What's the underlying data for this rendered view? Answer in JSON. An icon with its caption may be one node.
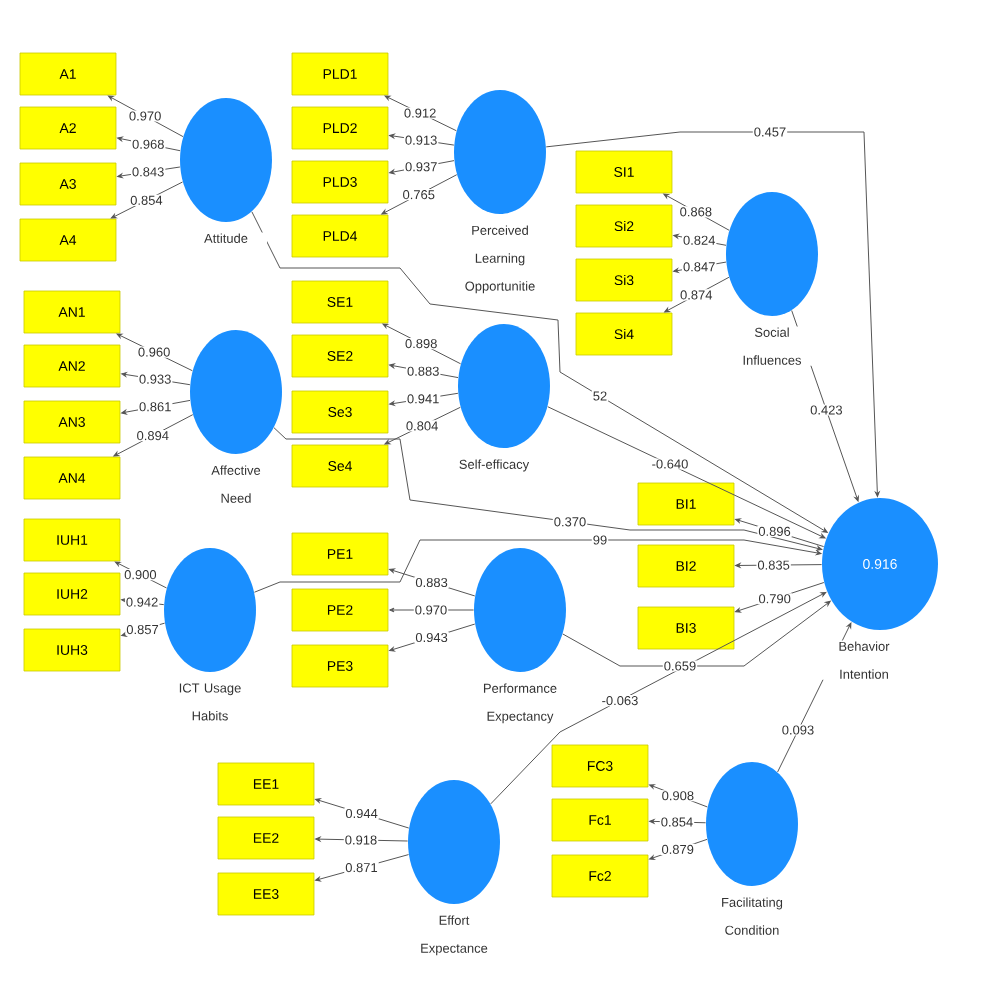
{
  "diagram": {
    "nodes": [
      {
        "text": [
          "A1"
        ]
      },
      {
        "text": [
          "A2"
        ]
      },
      {
        "text": [
          "A3"
        ]
      },
      {
        "text": [
          "A4"
        ]
      },
      {
        "text": [],
        "shape": "circle",
        "beside": [
          "Attitude"
        ]
      },
      {
        "text": [
          "PLD1"
        ]
      },
      {
        "text": [
          "PLD2"
        ]
      },
      {
        "text": [
          "PLD3"
        ]
      },
      {
        "text": [
          "PLD4"
        ]
      },
      {
        "text": [],
        "shape": "circle",
        "beside": [
          "Perceived Learning Opportunitie"
        ]
      },
      {
        "text": [
          "SI1"
        ]
      },
      {
        "text": [
          "Si2"
        ]
      },
      {
        "text": [
          "Si3"
        ]
      },
      {
        "text": [
          "Si4"
        ]
      },
      {
        "text": [],
        "shape": "circle",
        "beside": [
          "Social Influences"
        ]
      },
      {
        "text": [
          "AN1"
        ]
      },
      {
        "text": [
          "AN2"
        ]
      },
      {
        "text": [
          "AN3"
        ]
      },
      {
        "text": [
          "AN4"
        ]
      },
      {
        "text": [],
        "shape": "circle",
        "beside": [
          "Affective Need"
        ]
      },
      {
        "text": [
          "SE1"
        ]
      },
      {
        "text": [
          "SE2"
        ]
      },
      {
        "text": [
          "Se3"
        ]
      },
      {
        "text": [
          "Se4"
        ]
      },
      {
        "text": [],
        "shape": "circle",
        "beside": [
          "Self-efficacy"
        ]
      },
      {
        "text": [
          "IUH1"
        ]
      },
      {
        "text": [
          "IUH2"
        ]
      },
      {
        "text": [
          "IUH3"
        ]
      },
      {
        "text": [],
        "shape": "circle",
        "beside": [
          "ICT Usage Habits"
        ]
      },
      {
        "text": [
          "PE1"
        ]
      },
      {
        "text": [
          "PE2"
        ]
      },
      {
        "text": [
          "PE3"
        ]
      },
      {
        "text": [],
        "shape": "circle",
        "beside": [
          "Performance Expectancy"
        ]
      },
      {
        "text": [
          "BI1"
        ]
      },
      {
        "text": [
          "BI2"
        ]
      },
      {
        "text": [
          "BI3"
        ]
      },
      {
        "text": [
          "0.916"
        ],
        "beside": [
          "Behavior Intention"
        ]
      },
      {
        "text": [
          "EE1"
        ]
      },
      {
        "text": [
          "EE2"
        ]
      },
      {
        "text": [
          "EE3"
        ]
      },
      {
        "text": [],
        "shape": "circle",
        "beside": [
          "Effort Expectance"
        ]
      },
      {
        "text": [
          "FC3"
        ]
      },
      {
        "text": [
          "Fc1"
        ]
      },
      {
        "text": [
          "Fc2"
        ]
      },
      {
        "text": [],
        "shape": "circle",
        "beside": [
          "Facilitating Condition"
        ]
      }
    ],
    "edges": [
      {
        "from": 4,
        "to": 0,
        "arrow": "to",
        "label": "0.970"
      },
      {
        "from": 4,
        "to": 1,
        "arrow": "to",
        "label": "0.968"
      },
      {
        "from": 4,
        "to": 2,
        "arrow": "to",
        "label": "0.843"
      },
      {
        "from": 4,
        "to": 3,
        "arrow": "to",
        "label": "0.854"
      },
      {
        "from": 9,
        "to": 5,
        "arrow": "to",
        "label": "0.912"
      },
      {
        "from": 9,
        "to": 6,
        "arrow": "to",
        "label": "0.913"
      },
      {
        "from": 9,
        "to": 7,
        "arrow": "to",
        "label": "0.937"
      },
      {
        "from": 9,
        "to": 8,
        "arrow": "to",
        "label": "0.765"
      },
      {
        "from": 14,
        "to": 10,
        "arrow": "to",
        "label": "0.868"
      },
      {
        "from": 14,
        "to": 11,
        "arrow": "to",
        "label": "0.824"
      },
      {
        "from": 14,
        "to": 12,
        "arrow": "to",
        "label": "0.847"
      },
      {
        "from": 14,
        "to": 13,
        "arrow": "to",
        "label": "0.874"
      },
      {
        "from": 19,
        "to": 15,
        "arrow": "to",
        "label": "0.960"
      },
      {
        "from": 19,
        "to": 16,
        "arrow": "to",
        "label": "0.933"
      },
      {
        "from": 19,
        "to": 17,
        "arrow": "to",
        "label": "0.861"
      },
      {
        "from": 19,
        "to": 18,
        "arrow": "to",
        "label": "0.894"
      },
      {
        "from": 24,
        "to": 20,
        "arrow": "to",
        "label": "0.898"
      },
      {
        "from": 24,
        "to": 21,
        "arrow": "to",
        "label": "0.883"
      },
      {
        "from": 24,
        "to": 22,
        "arrow": "to",
        "label": "0.941"
      },
      {
        "from": 24,
        "to": 23,
        "arrow": "to",
        "label": "0.804"
      },
      {
        "from": 28,
        "to": 25,
        "arrow": "to",
        "label": "0.900"
      },
      {
        "from": 28,
        "to": 26,
        "arrow": "to",
        "label": "0.942"
      },
      {
        "from": 28,
        "to": 27,
        "arrow": "to",
        "label": "0.857"
      },
      {
        "from": 32,
        "to": 29,
        "arrow": "to",
        "label": "0.883"
      },
      {
        "from": 32,
        "to": 30,
        "arrow": "to",
        "label": "0.970"
      },
      {
        "from": 32,
        "to": 31,
        "arrow": "to",
        "label": "0.943"
      },
      {
        "from": 36,
        "to": 33,
        "arrow": "to",
        "label": "0.896"
      },
      {
        "from": 36,
        "to": 34,
        "arrow": "to",
        "label": "0.835"
      },
      {
        "from": 36,
        "to": 35,
        "arrow": "to",
        "label": "0.790"
      },
      {
        "from": 40,
        "to": 37,
        "arrow": "to",
        "label": "0.944"
      },
      {
        "from": 40,
        "to": 38,
        "arrow": "to",
        "label": "0.918"
      },
      {
        "from": 40,
        "to": 39,
        "arrow": "to",
        "label": "0.871"
      },
      {
        "from": 44,
        "to": 41,
        "arrow": "to",
        "label": "0.908"
      },
      {
        "from": 44,
        "to": 42,
        "arrow": "to",
        "label": "0.854"
      },
      {
        "from": 44,
        "to": 43,
        "arrow": "to",
        "label": "0.879"
      },
      {
        "from": 4,
        "to": 36,
        "arrow": "to",
        "label": "52"
      },
      {
        "from": 9,
        "to": 36,
        "arrow": "to",
        "label": "0.457"
      },
      {
        "from": 14,
        "to": 36,
        "arrow": "to",
        "label": "0.423"
      },
      {
        "from": 19,
        "to": 36,
        "arrow": "to",
        "label": "0.370"
      },
      {
        "from": 24,
        "to": 36,
        "arrow": "to",
        "label": "-0.640"
      },
      {
        "from": 28,
        "to": 36,
        "arrow": "to",
        "label": "99"
      },
      {
        "from": 32,
        "to": 36,
        "arrow": "to",
        "label": "0.659"
      },
      {
        "from": 40,
        "to": 36,
        "arrow": "to",
        "label": "-0.063"
      },
      {
        "from": 44,
        "to": 36,
        "arrow": "to",
        "label": "0.093"
      }
    ]
  }
}
